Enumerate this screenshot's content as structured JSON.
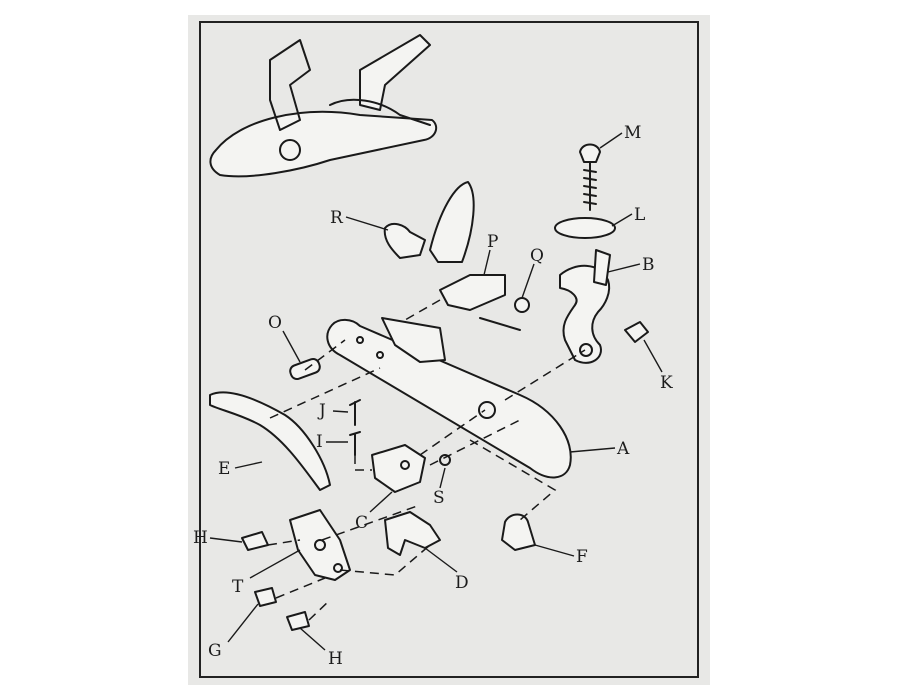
{
  "labels": {
    "A": "A",
    "B": "B",
    "C": "C",
    "D": "D",
    "E": "E",
    "F": "F",
    "G": "G",
    "H1": "H",
    "H2": "H",
    "I": "I",
    "J": "J",
    "K": "K",
    "L": "L",
    "M": "M",
    "O": "O",
    "P": "P",
    "Q": "Q",
    "R": "R",
    "S": "S",
    "T": "T"
  },
  "colors": {
    "paper": "#e8e8e6",
    "ink": "#1a1a1a",
    "page": "#ffffff"
  }
}
